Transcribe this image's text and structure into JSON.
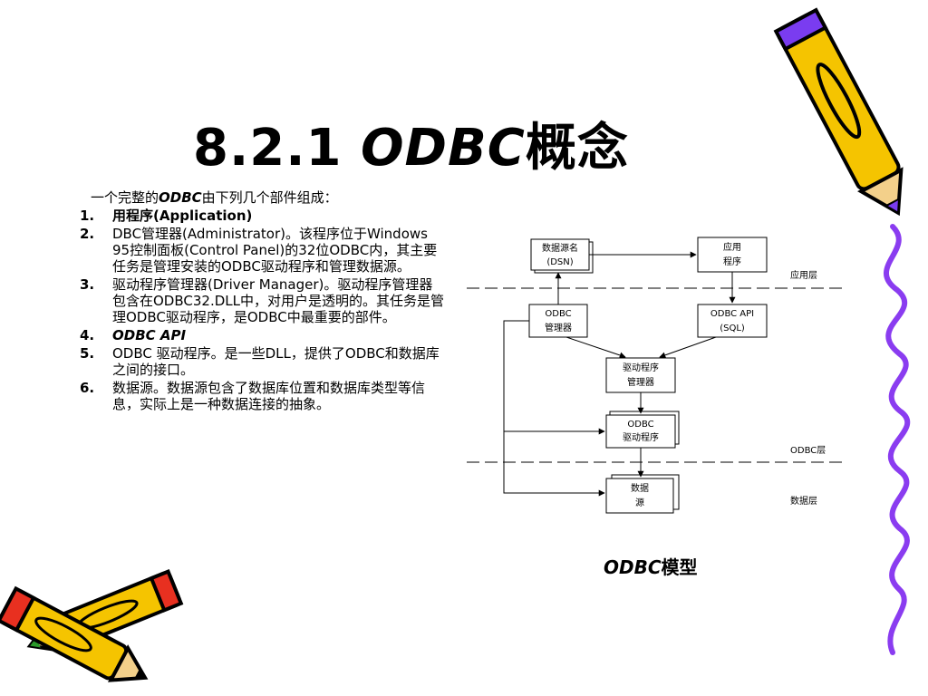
{
  "slide": {
    "title_num": "8.2.1 ",
    "title_em": "ODBC",
    "title_rest": "概念",
    "intro_pre": "一个完整的",
    "intro_em": "ODBC",
    "intro_post": "由下列几个部件组成：",
    "items": [
      {
        "num": "1.",
        "text": "用程序(Application)"
      },
      {
        "num": "2.",
        "text": "DBC管理器(Administrator)。该程序位于Windows 95控制面板(Control Panel)的32位ODBC内，其主要任务是管理安装的ODBC驱动程序和管理数据源。"
      },
      {
        "num": "3.",
        "text": "驱动程序管理器(Driver Manager)。驱动程序管理器包含在ODBC32.DLL中，对用户是透明的。其任务是管理ODBC驱动程序，是ODBC中最重要的部件。"
      },
      {
        "num": "4.",
        "text": "ODBC API"
      },
      {
        "num": "5.",
        "text": "ODBC 驱动程序。是一些DLL，提供了ODBC和数据库之间的接口。"
      },
      {
        "num": "6.",
        "text": "数据源。数据源包含了数据库位置和数据库类型等信息，实际上是一种数据连接的抽象。"
      }
    ],
    "caption_em": "ODBC",
    "caption_rest": "模型"
  },
  "diagram": {
    "dsn_line1": "数据源名",
    "dsn_line2": "(DSN)",
    "app_line1": "应用",
    "app_line2": "程序",
    "admin_line1": "ODBC",
    "admin_line2": "管理器",
    "api_line1": "ODBC API",
    "api_line2": "(SQL)",
    "dm_line1": "驱动程序",
    "dm_line2": "管理器",
    "drv_line1": "ODBC",
    "drv_line2": "驱动程序",
    "ds_line1": "数据",
    "ds_line2": "源",
    "layer_app": "应用层",
    "layer_odbc": "ODBC层",
    "layer_data": "数据层"
  },
  "colors": {
    "pencil_yellow": "#f5c400",
    "pencil_purple": "#7a3cf0",
    "pencil_red": "#e83020",
    "pencil_green": "#2a9a2a",
    "squiggle": "#8a3cf0"
  }
}
